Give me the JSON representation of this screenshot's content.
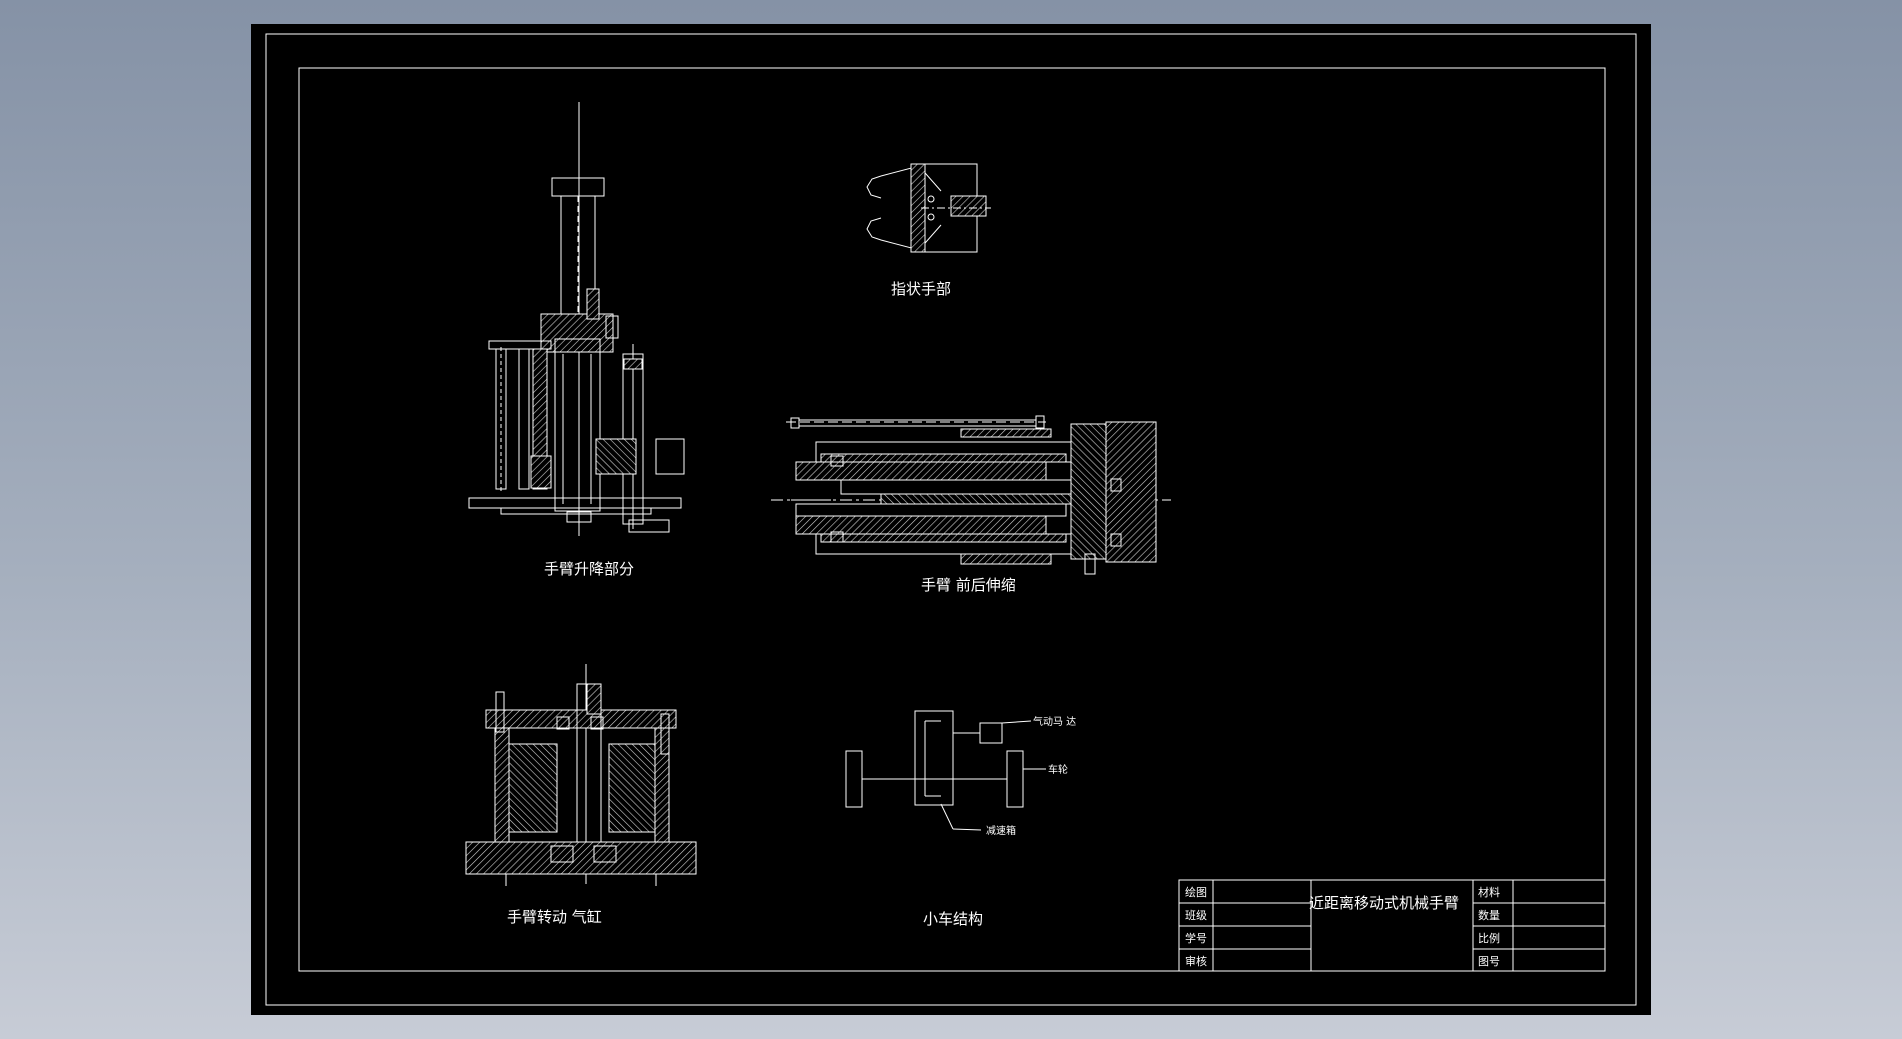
{
  "drawing": {
    "views": {
      "finger_hand": "指状手部",
      "lift_section": "手臂升降部分",
      "arm_telescopic": "手臂 前后伸缩",
      "rotary_cylinder": "手臂转动 气缸",
      "cart_structure": "小车结构"
    },
    "cart_callouts": {
      "air_motor": "气动马 达",
      "wheel": "车轮",
      "gearbox": "减速箱"
    },
    "title_block": {
      "title": "近距离移动式机械手臂",
      "drawn": "绘图",
      "class": "班级",
      "student_no": "学号",
      "review": "审核",
      "material": "材料",
      "quantity": "数量",
      "scale": "比例",
      "drawing_no": "图号"
    }
  },
  "colors": {
    "background": "#000000",
    "lines": "#ffffff",
    "hatch": "#c8c8c8"
  }
}
